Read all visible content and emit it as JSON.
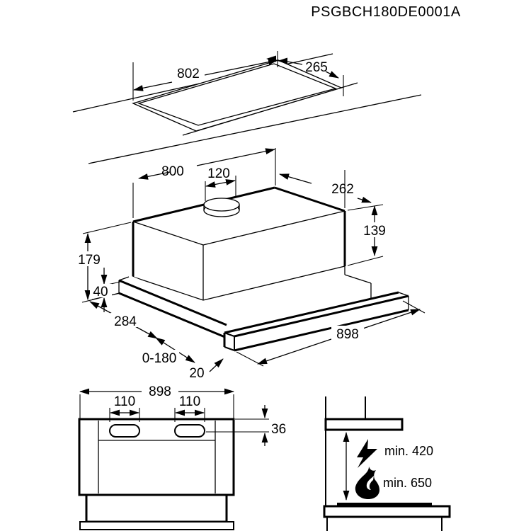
{
  "title": "PSGBCH180DE0001A",
  "colors": {
    "ink": "#000000",
    "paper": "#ffffff"
  },
  "labels": {
    "top_view": {
      "cutout_width": "802",
      "cutout_depth": "265"
    },
    "iso_view": {
      "body_width": "800",
      "duct_diameter": "120",
      "body_depth": "262",
      "body_height": "139",
      "total_height": "179",
      "visor_height": "40",
      "total_depth": "284",
      "telescopic_travel": "0-180",
      "strip_thickness": "20",
      "strip_width": "898"
    },
    "front_view": {
      "overall_width": "898",
      "slot_left_width": "110",
      "slot_right_width": "110",
      "band_height": "36"
    },
    "clearance_view": {
      "electric_min": "min. 420",
      "gas_min": "min. 650",
      "electric_icon": "lightning-bolt",
      "gas_icon": "flame"
    }
  }
}
